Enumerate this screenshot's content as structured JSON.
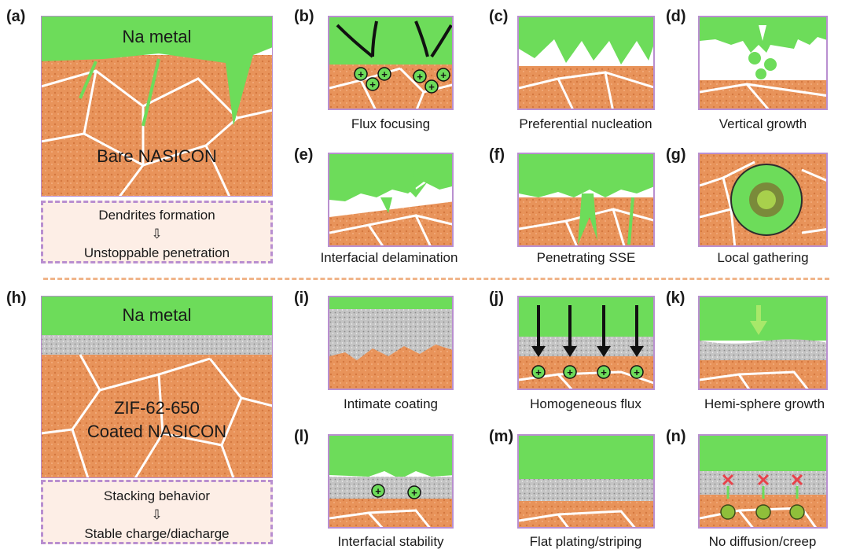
{
  "panels": {
    "a": {
      "label": "(a)",
      "metal": "Na metal",
      "substrate": "Bare NASICON"
    },
    "b": {
      "label": "(b)",
      "caption": "Flux focusing"
    },
    "c": {
      "label": "(c)",
      "caption": "Preferential nucleation"
    },
    "d": {
      "label": "(d)",
      "caption": "Vertical growth"
    },
    "e": {
      "label": "(e)",
      "caption": "Interfacial delamination"
    },
    "f": {
      "label": "(f)",
      "caption": "Penetrating SSE"
    },
    "g": {
      "label": "(g)",
      "caption": "Local gathering"
    },
    "h": {
      "label": "(h)",
      "metal": "Na metal",
      "substrate_line1": "ZIF-62-650",
      "substrate_line2": "Coated NASICON"
    },
    "i": {
      "label": "(i)",
      "caption": "Intimate coating"
    },
    "j": {
      "label": "(j)",
      "caption": "Homogeneous flux"
    },
    "k": {
      "label": "(k)",
      "caption": "Hemi-sphere growth"
    },
    "l": {
      "label": "(l)",
      "caption": "Interfacial stability"
    },
    "m": {
      "label": "(m)",
      "caption": "Flat plating/striping"
    },
    "n": {
      "label": "(n)",
      "caption": "No diffusion/creep"
    }
  },
  "note_top": {
    "line1": "Dendrites formation",
    "arrow": "⇩",
    "line2": "Unstoppable penetration"
  },
  "note_bottom": {
    "line1": "Stacking behavior",
    "arrow": "⇩",
    "line2": "Stable charge/diacharge"
  },
  "ion_symbol": "+",
  "colors": {
    "na_metal": "#6ddc5a",
    "nasicon": "#e8935a",
    "coating": "#b9b9b9",
    "frame": "#b98fd0",
    "divider": "#f0b58a",
    "note_bg": "#fdeee6"
  }
}
